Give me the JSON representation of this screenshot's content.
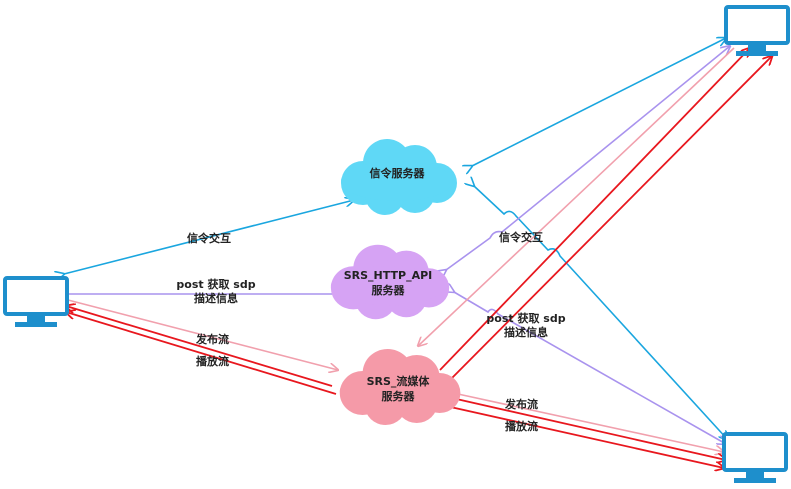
{
  "colors": {
    "signal": "#1AA6DF",
    "api": "#A993EE",
    "publish": "#F1A0AD",
    "play": "#E8171E",
    "cloud_signal": "#5FD8F6",
    "cloud_api": "#D6A3F4",
    "cloud_media": "#F59AA8",
    "computer": "#1E8FCC"
  },
  "icons": {
    "client_left": "monitor-icon",
    "client_top_right": "monitor-icon",
    "client_bottom_right": "monitor-icon"
  },
  "clouds": {
    "signal_server": "信令服务器",
    "api_server_line1": "SRS_HTTP_API",
    "api_server_line2": "服务器",
    "media_server_line1": "SRS_流媒体",
    "media_server_line2": "服务器"
  },
  "labels": {
    "left_signal": "信令交互",
    "left_post_line1": "post 获取 sdp",
    "left_post_line2": "描述信息",
    "left_publish": "发布流",
    "left_play": "播放流",
    "right_signal": "信令交互",
    "right_post_line1": "post 获取 sdp",
    "right_post_line2": "描述信息",
    "right_publish": "发布流",
    "right_play": "播放流"
  }
}
